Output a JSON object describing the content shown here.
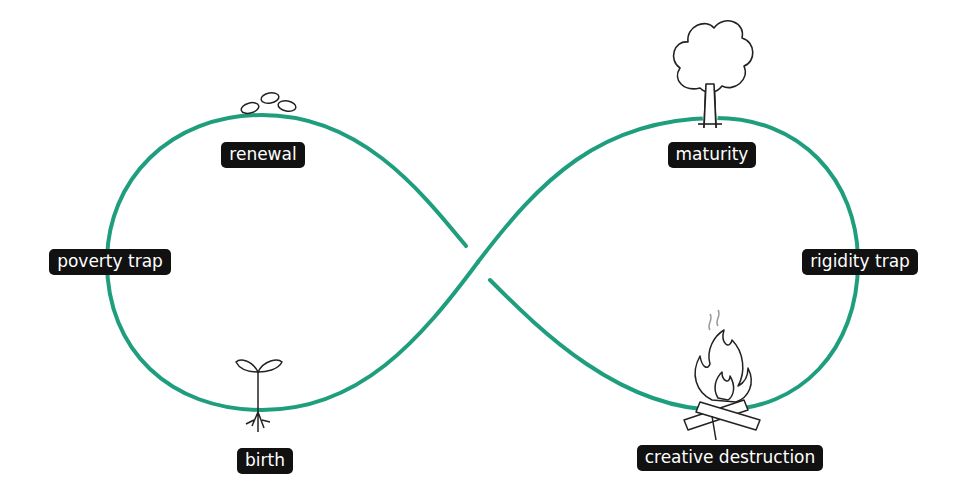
{
  "diagram": {
    "nodes": [
      {
        "text": [
          "renewal"
        ]
      },
      {
        "text": [
          "maturity"
        ]
      },
      {
        "text": [
          "poverty trap"
        ]
      },
      {
        "text": [
          "rigidity trap"
        ]
      },
      {
        "text": [
          "birth"
        ]
      },
      {
        "text": [
          "creative destruction"
        ]
      }
    ]
  }
}
